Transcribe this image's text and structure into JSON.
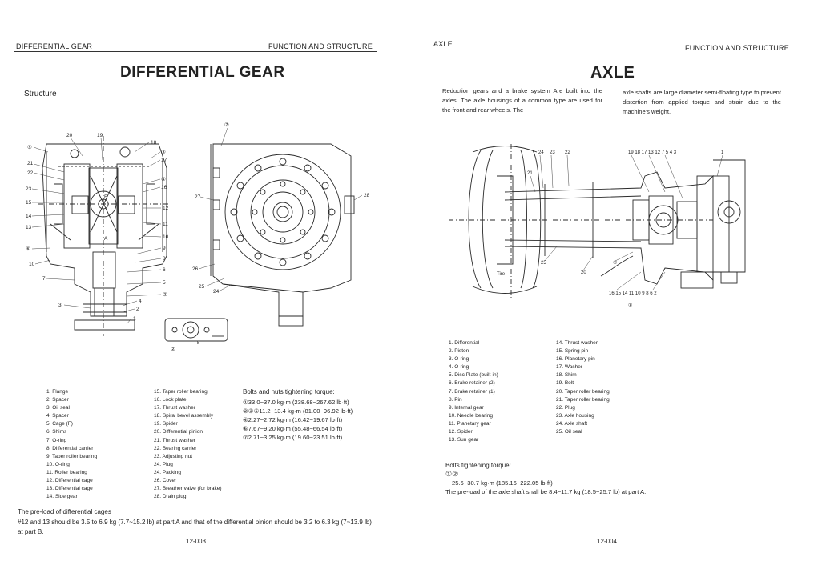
{
  "left_page": {
    "header_left": "DIFFERENTIAL GEAR",
    "header_right": "FUNCTION AND STRUCTURE",
    "title": "DIFFERENTIAL GEAR",
    "section": "Structure",
    "diagram_callouts": [
      "20",
      "19",
      "18",
      "5",
      "3",
      "17",
      "21",
      "22",
      "23",
      "16",
      "15",
      "14",
      "13",
      "12",
      "11",
      "10",
      "9",
      "8",
      "7",
      "6",
      "5",
      "4",
      "3",
      "2",
      "1",
      "27",
      "26",
      "25",
      "24",
      "28",
      "7",
      "2",
      "A",
      "B"
    ],
    "parts_col1": [
      "1. Flange",
      "2. Spacer",
      "3. Oil seal",
      "4. Spacer",
      "5. Cage (F)",
      "6. Shims",
      "7. O-ring",
      "8. Differential carrier",
      "9. Taper roller bearing",
      "10. O-ring",
      "11. Roller bearing",
      "12. Differential cage",
      "13. Differential cage",
      "14. Side gear"
    ],
    "parts_col2": [
      "15. Taper roller bearing",
      "16. Lock plate",
      "17. Thrust washer",
      "18. Spiral bevel assembly",
      "19. Spider",
      "20. Differential pinion",
      "21. Thrust washer",
      "22. Bearing carrier",
      "23. Adjusting nut",
      "24. Plug",
      "24. Packing",
      "26. Cover",
      "27. Breather valve (for brake)",
      "28. Drain plug"
    ],
    "torque_title": "Bolts and nuts tightening torque:",
    "torque_lines": [
      "①33.0~37.0 kg·m (238.68~267.62 lb·ft)",
      "②③⑤11.2~13.4 kg·m (81.00~96.92 lb·ft)",
      "④2.27~2.72 kg·m (16.42~19.67 lb·ft)",
      "⑥7.67~9.20 kg·m (55.48~66.54 lb·ft)",
      "⑦2.71~3.25 kg·m (19.60~23.51 lb·ft)"
    ],
    "preload_title": "The pre-load of differential cages",
    "preload_text": "#12 and 13 should be 3.5 to 6.9 kg (7.7~15.2 lb) at part A and that of the differential pinion should be 3.2 to 6.3 kg (7~13.9 lb) at part B.",
    "page_number": "12-003",
    "small_view_label": "B"
  },
  "right_page": {
    "header_left": "AXLE",
    "header_right": "FUNCTION AND STRUCTURE",
    "title": "AXLE",
    "intro_left": "Reduction gears and a brake system Are built into the axles. The axle housings of a common type are used for the front and rear wheels. The",
    "intro_right": "axle shafts are large diameter semi-floating type to prevent distortion from applied torque and strain due to the machine's weight.",
    "diagram_top_callouts": "19 18 17 13 12 7 5 4 3",
    "diagram_bottom_callouts": "16 15 14  11 10 9  8 6 2",
    "tire_label": "Tire",
    "parts_col1": [
      "1. Differential",
      "2. Piston",
      "3. O-ring",
      "4. O-ring",
      "5. Disc Plate (built-in)",
      "6. Brake retainer (2)",
      "7. Brake retainer (1)",
      "8. Pin",
      "9. Internal gear",
      "10. Needle bearing",
      "11. Planetary gear",
      "12. Spider",
      "13. Sun gear"
    ],
    "parts_col2": [
      "14. Thrust washer",
      "15. Spring pin",
      "16. Planetary pin",
      "17. Washer",
      "18. Shim",
      "19. Bolt",
      "20. Taper roller bearing",
      "21. Taper roller bearing",
      "22. Plug",
      "23. Axle housing",
      "24. Axle shaft",
      "25. Oil seal"
    ],
    "torque_title": "Bolts tightening torque:",
    "torque_ref": "①②",
    "torque_value": "25.6~30.7 kg·m (185.16~222.05 lb·ft)",
    "preload_text": "The pre-load of the axle shaft shall be 8.4~11.7 kg (18.5~25.7 lb) at part A.",
    "page_number": "12-004"
  }
}
